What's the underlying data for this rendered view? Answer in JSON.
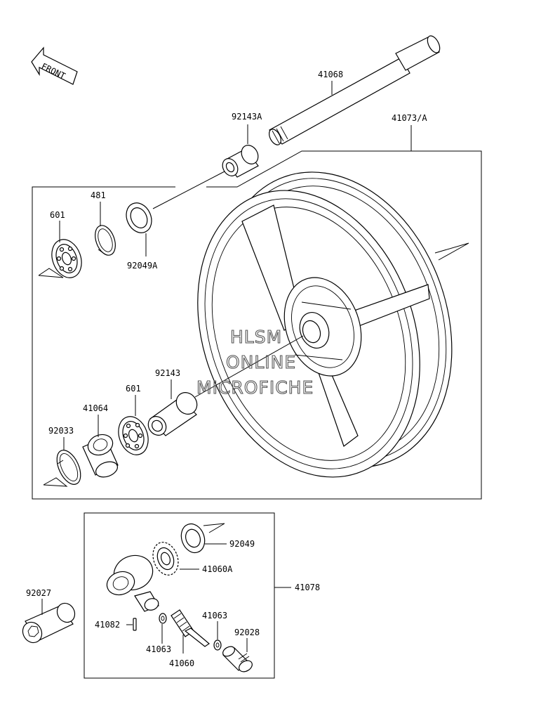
{
  "front_badge": "FRONT",
  "watermark": [
    "HLSM",
    "ONLINE",
    "MICROFICHE"
  ],
  "labels": {
    "p41068": "41068",
    "p92143A": "92143A",
    "p41073A": "41073/A",
    "p481": "481",
    "p601_top": "601",
    "p92049A": "92049A",
    "p92143": "92143",
    "p601_bottom": "601",
    "p41064": "41064",
    "p92033": "92033",
    "p92049": "92049",
    "p41060A": "41060A",
    "p41078": "41078",
    "p92027": "92027",
    "p41082": "41082",
    "p41063_right": "41063",
    "p92028": "92028",
    "p41063_left": "41063",
    "p41060": "41060"
  }
}
